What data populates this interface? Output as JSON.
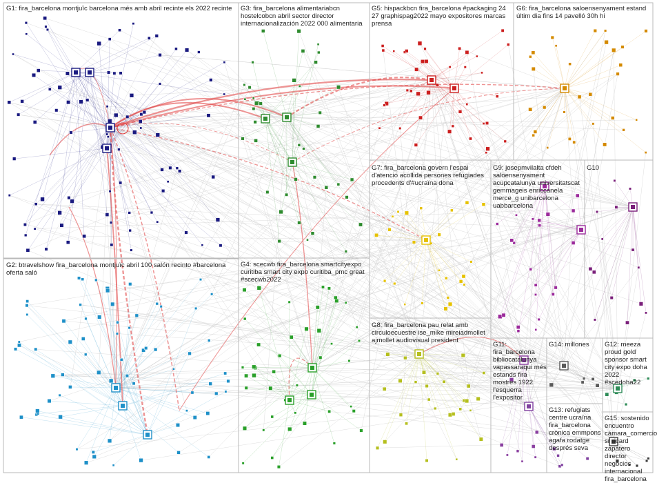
{
  "groups": [
    {
      "id": "G1",
      "label": "G1: fira_barcelona montjuïc barcelona més amb abril recinte els 2022 recinte"
    },
    {
      "id": "G2",
      "label": "G2: btravelshow fira_barcelona montjuïc abril 100 salón recinto #barcelona oferta saló"
    },
    {
      "id": "G3",
      "label": "G3: fira_barcelona alimentariabcn hostelcobcn abril sector director internacionalización 2022 000 alimentaria"
    },
    {
      "id": "G4",
      "label": "G4: scecwb fira_barcelona smartcityexpo curitiba smart city expo curitiba_pmc great #scecwb2022"
    },
    {
      "id": "G5",
      "label": "G5: hispackbcn fira_barcelona #packaging 24 27 graphispag2022 mayo expositores marcas prensa"
    },
    {
      "id": "G6",
      "label": "G6: fira_barcelona saloensenyament estand últim dia fins 14 pavelló 30h hi"
    },
    {
      "id": "G7",
      "label": "G7: fira_barcelona govern l'espai d'atenció acollida persones refugiades procedents d'#ucraïna dona"
    },
    {
      "id": "G8",
      "label": "G8: fira_barcelona pau relat amb circuloecuestre ise_mike mireiadmollet ajmollet audiovisual president"
    },
    {
      "id": "G9",
      "label": "G9: josepmvilalta cfdeh saloensenyament acupcatalunya universitatscat gemmageis enriccanela merce_g unibarcelona uabbarcelona"
    },
    {
      "id": "G10",
      "label": "G10"
    },
    {
      "id": "G11",
      "label": "G11: fira_barcelona bibliocatalunya vapassaraqui més estands fira mostres 1922 l'esquerra l'expositor"
    },
    {
      "id": "G12",
      "label": "G12: meeza proud gold sponsor smart city expo doha 2022 #scedoha22"
    },
    {
      "id": "G13",
      "label": "G13: refugiats centre ucraïna fira_barcelona crònica emmpons agafa rodatge després seva"
    },
    {
      "id": "G14",
      "label": "G14: millones"
    },
    {
      "id": "G15",
      "label": "G15: sostenido encuentro cámara_comercio sr ricard zapatero director negocios internacional fira_barcelona"
    }
  ],
  "colors": {
    "G1": "#1a1a80",
    "G2": "#1e90c8",
    "G3": "#2e8b2e",
    "G4": "#2aa02a",
    "G5": "#cc1f1f",
    "G6": "#d48a00",
    "G7": "#e6c200",
    "G8": "#b5bf1e",
    "G9": "#9b2a9b",
    "G10": "#7a1f7a",
    "G11": "#8a3fa0",
    "G12": "#2e8b57",
    "G13": "#7f3f9f",
    "G14": "#5a5a5a",
    "G15": "#3a3a3a",
    "edge": "#c8c8c8",
    "hub_edge": "#e03c3c"
  }
}
